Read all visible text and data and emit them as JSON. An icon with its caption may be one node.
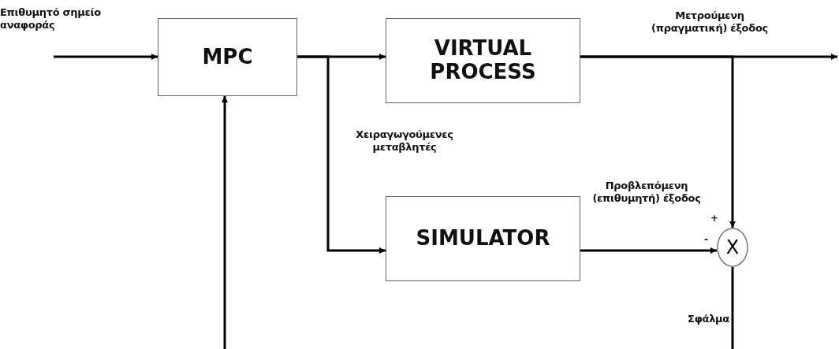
{
  "diagram": {
    "nodes": [
      {
        "text": [
          "MPC"
        ]
      },
      {
        "text": [
          "VIRTUAL PROCESS"
        ]
      },
      {
        "text": [
          "SIMULATOR"
        ]
      },
      {
        "text": [
          "X"
        ]
      }
    ],
    "edges": [
      {
        "from": null,
        "to": 0,
        "arrow": "to",
        "label": "Επιθυμητό σημείο αναφοράς"
      },
      {
        "from": 0,
        "to": 1,
        "arrow": "to"
      },
      {
        "from": 0,
        "to": 2,
        "arrow": "to",
        "label": "Χειραγωγούμενες μεταβλητές"
      },
      {
        "from": 1,
        "to": null,
        "arrow": "to",
        "label": "Μετρούμενη (πραγματική) έξοδος"
      },
      {
        "from": 1,
        "to": 3,
        "arrow": "to"
      },
      {
        "from": 2,
        "to": 3,
        "arrow": "to",
        "label": "Προβλεπόμενη (επιθυμητή) έξοδος"
      },
      {
        "from": 3,
        "to": null,
        "arrow": "none",
        "label": "Σφάλμα"
      },
      {
        "from": null,
        "to": 0,
        "arrow": "to"
      }
    ],
    "labels": [
      "+",
      "-"
    ]
  }
}
